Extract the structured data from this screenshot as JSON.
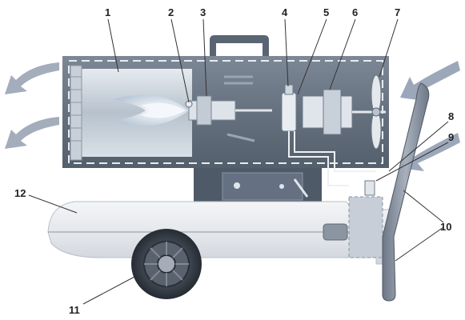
{
  "callouts": {
    "c1": "1",
    "c2": "2",
    "c3": "3",
    "c4": "4",
    "c5": "5",
    "c6": "6",
    "c7": "7",
    "c8": "8",
    "c9": "9",
    "c10": "10",
    "c11": "11",
    "c12": "12"
  },
  "colors": {
    "housing": "#6f7c8c",
    "housing_dark": "#4c5766",
    "chamber": "#c9d2da",
    "tank": "#e9ebee",
    "airflow": "#9aa6b8",
    "flame": "#d7e3ef",
    "wheel": "#3f4650",
    "handle": "#8a94a3"
  },
  "icons": {
    "airflow_out": "arrow-left-icon",
    "airflow_in": "arrow-left-icon"
  }
}
